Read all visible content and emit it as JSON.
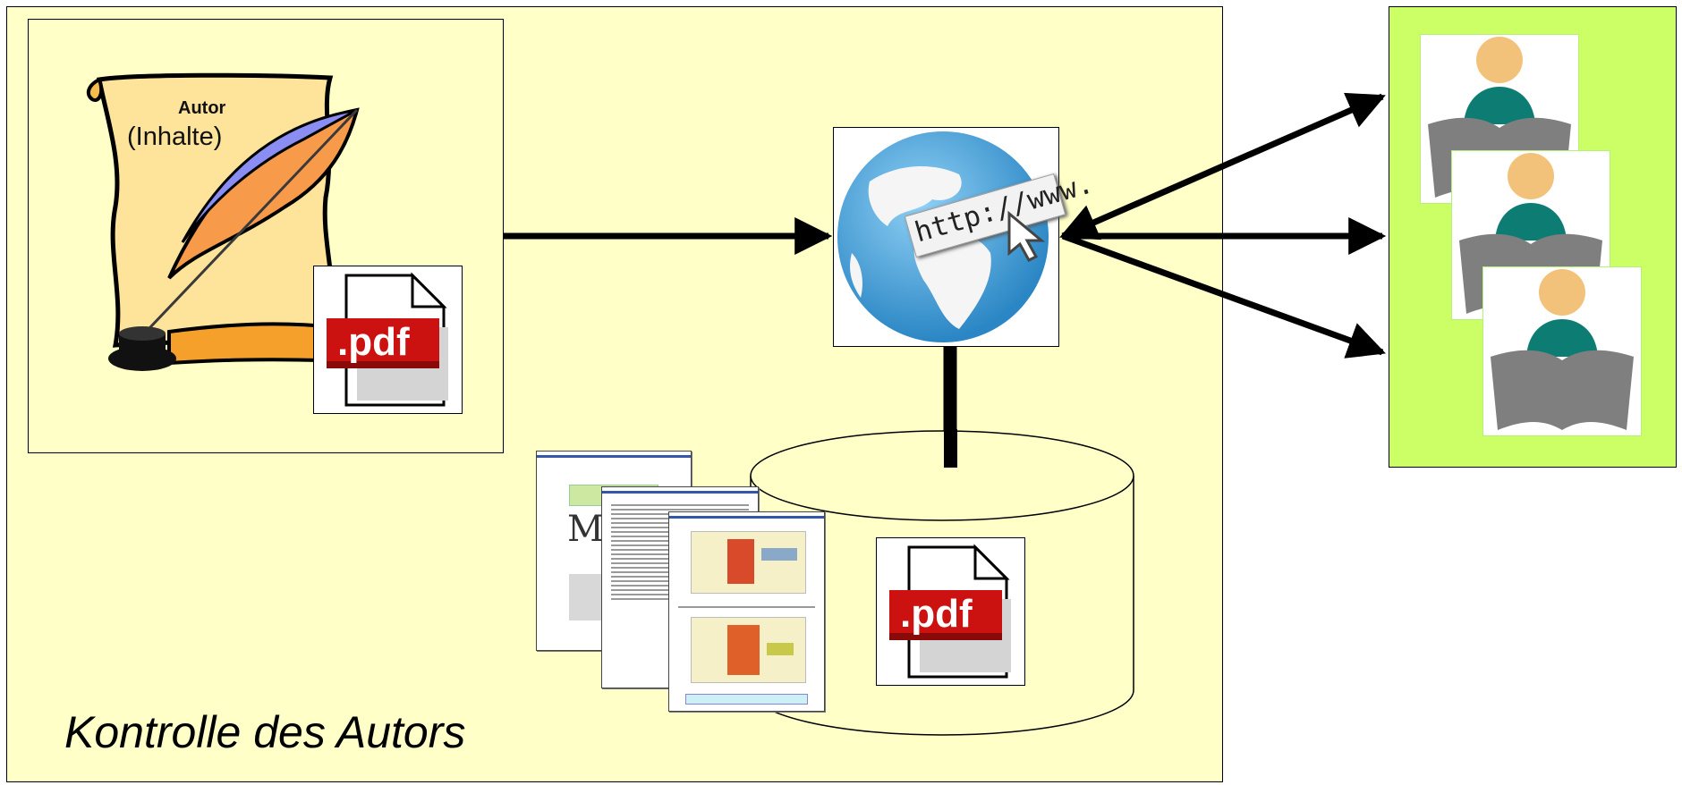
{
  "author_zone": {
    "caption": "Kontrolle des Autors"
  },
  "author_scroll": {
    "title": "Autor",
    "subtitle": "(Inhalte)"
  },
  "pdf_icon": {
    "label": ".pdf"
  },
  "web": {
    "url_label": "http://www."
  },
  "colors": {
    "author_zone_bg": "#ffffc8",
    "readers_zone_bg": "#ccff66",
    "pdf_red": "#cc1111",
    "globe_blue": "#3d9bd6",
    "reader_teal": "#0d7c73",
    "reader_skin": "#f3c27a",
    "book_grey": "#7f7f7f"
  }
}
